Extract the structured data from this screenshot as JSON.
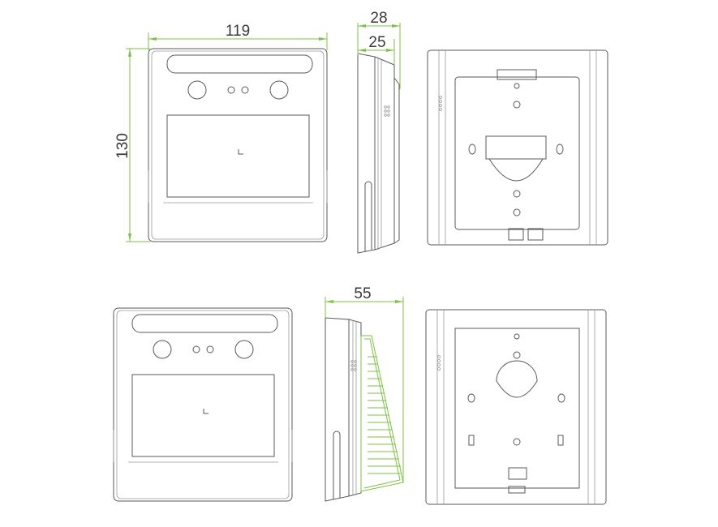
{
  "title": "Device dimension drawing",
  "dimensions": {
    "width": "119",
    "height": "130",
    "depth_total": "28",
    "depth_body": "25",
    "depth_with_bracket": "55"
  },
  "colors": {
    "outline": "#5a5a5a",
    "dimension": "#7dc243"
  }
}
